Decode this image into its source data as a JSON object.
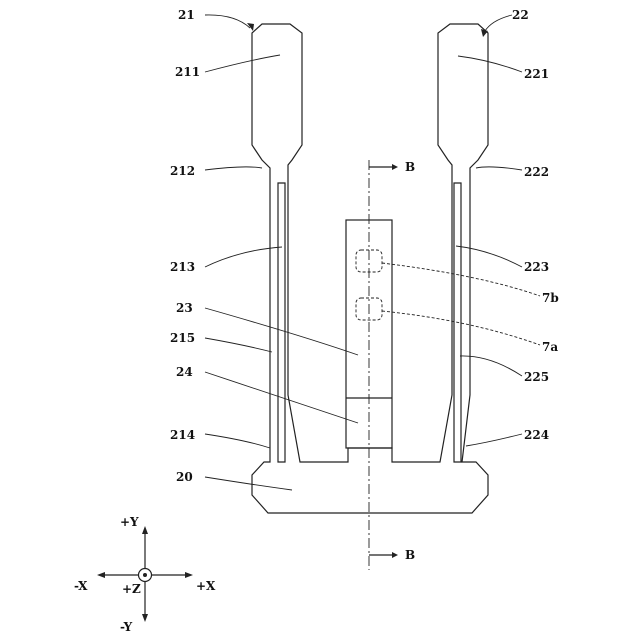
{
  "labels": {
    "l21": "21",
    "l22": "22",
    "l211": "211",
    "l221": "221",
    "l212": "212",
    "l222": "222",
    "l213": "213",
    "l223": "223",
    "l23": "23",
    "l215": "215",
    "l225": "225",
    "l24": "24",
    "l214": "214",
    "l224": "224",
    "l20": "20",
    "l7a": "7a",
    "l7b": "7b",
    "sectionTop": "B",
    "sectionBottom": "B"
  },
  "axes": {
    "posY": "+Y",
    "negY": "-Y",
    "posX": "+X",
    "negX": "-X",
    "posZ": "+Z"
  }
}
